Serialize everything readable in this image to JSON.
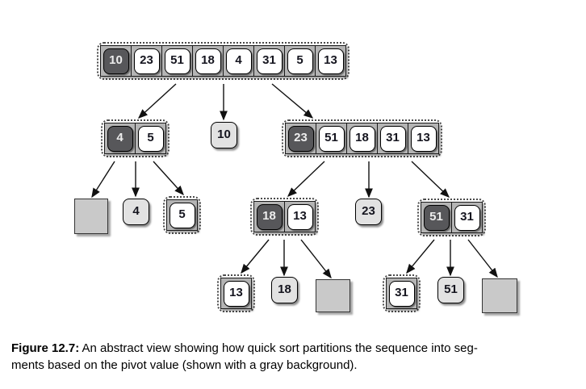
{
  "caption": {
    "label": "Figure 12.7:",
    "line1": "An abstract view showing how quick sort partitions the sequence into seg-",
    "line2": "ments based on the pivot value (shown with a gray background)."
  },
  "colors": {
    "pivot-bg": "#57575a",
    "pivot-text": "#ededed",
    "strip-bg": "#b4b4b4",
    "cell-bg": "#ffffff",
    "placed-bg": "#e2e2e2",
    "empty-bg": "#c9c9c9"
  },
  "nodes": {
    "root": {
      "values": [
        "10",
        "23",
        "51",
        "18",
        "4",
        "31",
        "5",
        "13"
      ],
      "pivot": "10"
    },
    "seg45": {
      "values": [
        "4",
        "5"
      ],
      "pivot": "4"
    },
    "placed10": {
      "value": "10"
    },
    "seg23": {
      "values": [
        "23",
        "51",
        "18",
        "31",
        "13"
      ],
      "pivot": "23"
    },
    "placed4": {
      "value": "4"
    },
    "seg5": {
      "values": [
        "5"
      ]
    },
    "seg1813": {
      "values": [
        "18",
        "13"
      ],
      "pivot": "18"
    },
    "placed23": {
      "value": "23"
    },
    "seg5131": {
      "values": [
        "51",
        "31"
      ],
      "pivot": "51"
    },
    "seg13": {
      "values": [
        "13"
      ]
    },
    "placed18": {
      "value": "18"
    },
    "seg31": {
      "values": [
        "31"
      ]
    },
    "placed51": {
      "value": "51"
    }
  }
}
